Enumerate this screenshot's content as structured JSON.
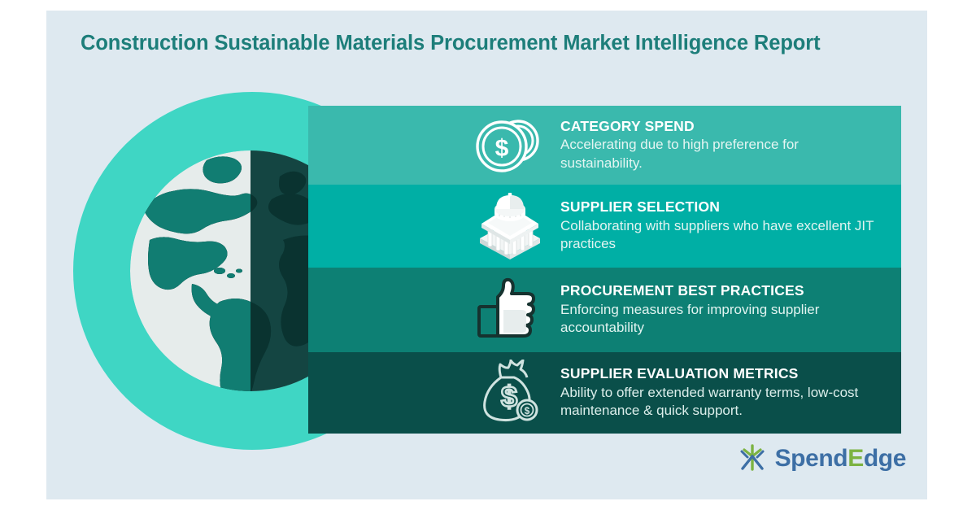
{
  "report": {
    "title": "Construction Sustainable Materials Procurement Market Intelligence Report"
  },
  "theme": {
    "page_background": "#ffffff",
    "card_background": "#dee9f0",
    "title_color": "#1d7e7a",
    "globe_disc_color": "#3fd6c4",
    "globe_land_light": "#117d72",
    "globe_land_dark": "#0c3f3c",
    "globe_ocean": "#e6eceb",
    "panel_colors": [
      "#3ab9ad",
      "#00afa5",
      "#0d8074",
      "#0a4f4a"
    ],
    "heading_color": "#ffffff",
    "body_color": "#e2f4f1"
  },
  "panels": [
    {
      "icon": "coins-dollar-icon",
      "heading": "CATEGORY SPEND",
      "body": "Accelerating due to high preference for sustainability."
    },
    {
      "icon": "bank-building-icon",
      "heading": "SUPPLIER SELECTION",
      "body": "Collaborating with suppliers who have excellent JIT practices"
    },
    {
      "icon": "thumbs-up-icon",
      "heading": "PROCUREMENT BEST PRACTICES",
      "body": "Enforcing measures for improving supplier accountability"
    },
    {
      "icon": "money-bag-icon",
      "heading": "SUPPLIER EVALUATION METRICS",
      "body": "Ability to offer extended warranty terms, low-cost maintenance & quick support."
    }
  ],
  "globe": {
    "icon": "globe-americas-icon"
  },
  "logo": {
    "mark": "spendedge-tripod-mark-icon",
    "text_part1": "Spend",
    "text_part2": "E",
    "text_part3": "dge",
    "color_blue": "#3d6fa5",
    "color_green": "#7cb342"
  }
}
